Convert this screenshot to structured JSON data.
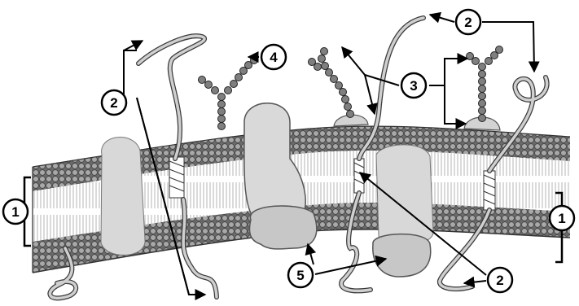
{
  "callouts": [
    {
      "id": "bilayer-left",
      "label": "1"
    },
    {
      "id": "bilayer-right",
      "label": "1"
    },
    {
      "id": "transmembrane-left",
      "label": "2"
    },
    {
      "id": "transmembrane-top",
      "label": "2"
    },
    {
      "id": "transmembrane-bottom",
      "label": "2"
    },
    {
      "id": "glycoprotein",
      "label": "3"
    },
    {
      "id": "glycolipid",
      "label": "4"
    },
    {
      "id": "peripheral",
      "label": "5"
    }
  ],
  "colors": {
    "background": "#ffffff",
    "phospholipid_head": "#9a9a9a",
    "head_outline": "#444444",
    "tail_line": "#b8b8b8",
    "protein_fill": "#d6d6d6",
    "protein_dark": "#b5b5b5",
    "chain_bead": "#7d7d7d",
    "ink": "#000000"
  }
}
